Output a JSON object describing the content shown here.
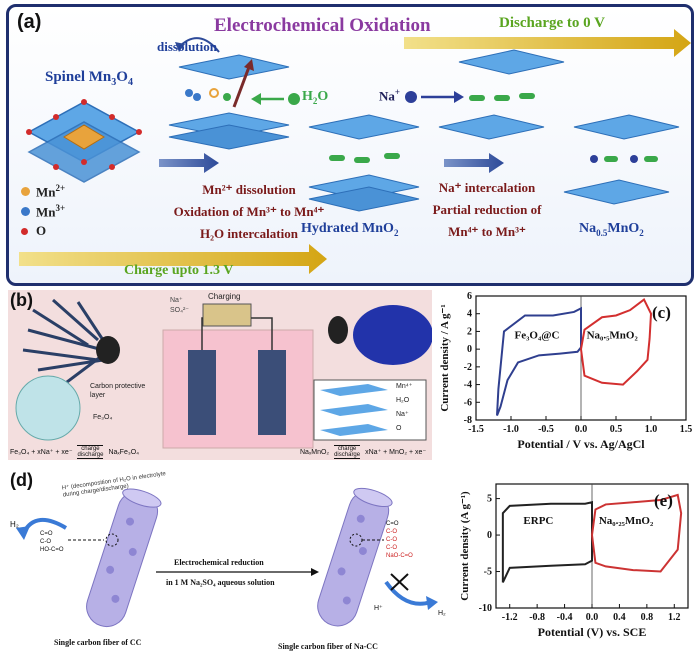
{
  "panel_a": {
    "label": "(a)",
    "title": "Electrochemical Oxidation",
    "discharge": "Discharge to 0 V",
    "charge": "Charge upto 1.3 V",
    "spinel": "Spinel Mn",
    "spinel_sub": "3",
    "spinel_o": "O",
    "spinel_sub2": "4",
    "dissolution": "dissolution",
    "h2o": "H",
    "h2o_sub": "2",
    "h2o_o": "O",
    "na": "Na",
    "na_sup": "+",
    "legend": [
      {
        "ion": "Mn",
        "sup": "2+",
        "color": "#e8a33c"
      },
      {
        "ion": "Mn",
        "sup": "3+",
        "color": "#3a78c9"
      },
      {
        "ion": "O",
        "sup": "",
        "color": "#d22b2b"
      }
    ],
    "step1": [
      "Mn²⁺ dissolution",
      "Oxidation of Mn³⁺ to Mn⁴⁺",
      "H₂O intercalation"
    ],
    "hydrated": "Hydrated MnO",
    "hydrated_sub": "2",
    "step2": [
      "Na⁺ intercalation",
      "Partial reduction of",
      "Mn⁴⁺ to Mn³⁺"
    ],
    "product": "Na",
    "product_sub": "0.5",
    "product_rest": "MnO",
    "product_sub2": "2"
  },
  "panel_b": {
    "label": "(b)",
    "charging": "Charging",
    "ions": [
      "Na⁺",
      "SO₄²⁻"
    ],
    "carbon_layer": "Carbon protective layer",
    "fe3o4": "Fe₃O₄",
    "legend": [
      "Mn⁴⁺",
      "H₂O",
      "Na⁺",
      "O"
    ],
    "eq_left": "Fe₃O₄ + xNa⁺ + xe⁻",
    "eq_left_prod": "NaₓFe₃O₄",
    "eq_right": "NaₓMnO₂",
    "eq_right_prod": "xNa⁺ + MnO₂ + xe⁻",
    "eq_top": "charge",
    "eq_bottom": "discharge"
  },
  "panel_c": {
    "label": "(c)",
    "ylabel": "Current density / A g⁻¹",
    "xlabel": "Potential / V vs. Ag/AgCl",
    "annot_left": "Fe₃O₄@C",
    "annot_right": "Na₀.₅MnO₂"
  },
  "panel_d": {
    "label": "(d)",
    "h2": "H₂",
    "note": "H⁺ (decomposition of H₂O in electrolyte during charge/discharge)",
    "groups_left": [
      "C=O",
      "C-O",
      "HO-C=O"
    ],
    "groups_right": [
      "C=O",
      "C-O",
      "C-O",
      "C-O",
      "NaO-C=O"
    ],
    "arrow_top": "Electrochemical reduction",
    "arrow_bottom": "in 1 M Na₂SO₄ aqueous solution",
    "fiber_left": "Single carbon fiber of CC",
    "fiber_right": "Single carbon fiber of Na-CC",
    "hplus": "H⁺",
    "h2_right": "H₂"
  },
  "panel_e": {
    "label": "(e)",
    "ylabel": "Current density (A g⁻¹)",
    "xlabel": "Potential (V) vs. SCE",
    "annot_left": "ERPC",
    "annot_right": "Na₀.₂₅MnO₂"
  },
  "chart_data": [
    {
      "type": "line",
      "title": "",
      "xlabel": "Potential / V vs. Ag/AgCl",
      "ylabel": "Current density / A g⁻¹",
      "xlim": [
        -1.5,
        1.5
      ],
      "ylim": [
        -8,
        6
      ],
      "xticks": [
        -1.5,
        -1.0,
        -0.5,
        0.0,
        0.5,
        1.0,
        1.5
      ],
      "xtick_labels": [
        "-1.5",
        "-1.0",
        "-0.5",
        "0.0",
        "0.5",
        "1.0",
        "1.5"
      ],
      "yticks": [
        -8,
        -6,
        -4,
        -2,
        0,
        2,
        4,
        6
      ],
      "series": [
        {
          "name": "Fe₃O₄@C",
          "color": "#2f3f8f",
          "x": [
            -1.2,
            -1.18,
            -1.1,
            -0.8,
            -0.4,
            -0.1,
            0.0,
            0.0,
            -0.05,
            -0.3,
            -0.6,
            -0.9,
            -1.05,
            -1.15,
            -1.2
          ],
          "y": [
            -7.5,
            -4.5,
            2.0,
            3.8,
            3.8,
            4.2,
            4.6,
            0.2,
            -0.3,
            -0.5,
            -0.7,
            -1.5,
            -3.5,
            -6.5,
            -7.5
          ]
        },
        {
          "name": "Na₀.₅MnO₂",
          "color": "#d32f2f",
          "x": [
            0.0,
            0.05,
            0.3,
            0.5,
            0.7,
            0.9,
            1.0,
            0.98,
            0.95,
            0.8,
            0.6,
            0.3,
            0.05,
            0.0
          ],
          "y": [
            0.0,
            2.2,
            3.6,
            3.8,
            4.4,
            5.6,
            4.0,
            1.2,
            -1.2,
            -2.5,
            -4.0,
            -3.8,
            -3.0,
            0.0
          ]
        }
      ]
    },
    {
      "type": "line",
      "title": "",
      "xlabel": "Potential (V) vs. SCE",
      "ylabel": "Current density (A g⁻¹)",
      "xlim": [
        -1.4,
        1.4
      ],
      "ylim": [
        -10,
        7
      ],
      "xticks": [
        -1.2,
        -0.8,
        -0.4,
        0.0,
        0.4,
        0.8,
        1.2
      ],
      "xtick_labels": [
        "-1.2",
        "-0.8",
        "-0.4",
        "0.0",
        "0.4",
        "0.8",
        "1.2"
      ],
      "yticks": [
        -10,
        -5,
        0,
        5
      ],
      "series": [
        {
          "name": "ERPC",
          "color": "#222222",
          "x": [
            -1.3,
            -1.3,
            -1.2,
            -0.6,
            -0.1,
            0.0,
            0.0,
            -0.1,
            -0.6,
            -1.2,
            -1.3
          ],
          "y": [
            -6.5,
            3.0,
            4.0,
            4.3,
            4.3,
            4.5,
            -3.5,
            -4.0,
            -4.2,
            -4.5,
            -6.5
          ]
        },
        {
          "name": "Na₀.₂₅MnO₂",
          "color": "#cc3333",
          "x": [
            0.0,
            0.05,
            0.2,
            0.6,
            1.0,
            1.25,
            1.3,
            1.25,
            1.0,
            0.6,
            0.2,
            0.05,
            0.0
          ],
          "y": [
            0.0,
            3.5,
            4.2,
            4.5,
            4.8,
            5.5,
            3.0,
            -2.0,
            -5.0,
            -4.8,
            -4.3,
            -3.8,
            0.0
          ]
        }
      ]
    }
  ]
}
